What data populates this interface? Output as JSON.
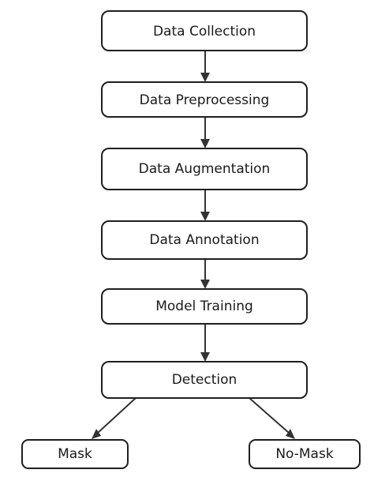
{
  "nodes": {
    "data_collection": "Data Collection",
    "data_preprocessing": "Data Preprocessing",
    "data_augmentation": "Data Augmentation",
    "data_annotation": "Data Annotation",
    "model_training": "Model Training",
    "detection": "Detection",
    "mask": "Mask",
    "no_mask": "No-Mask"
  },
  "edges": [
    {
      "from": "data_collection",
      "to": "data_preprocessing"
    },
    {
      "from": "data_preprocessing",
      "to": "data_augmentation"
    },
    {
      "from": "data_augmentation",
      "to": "data_annotation"
    },
    {
      "from": "data_annotation",
      "to": "model_training"
    },
    {
      "from": "model_training",
      "to": "detection"
    },
    {
      "from": "detection",
      "to": "mask"
    },
    {
      "from": "detection",
      "to": "no_mask"
    }
  ]
}
